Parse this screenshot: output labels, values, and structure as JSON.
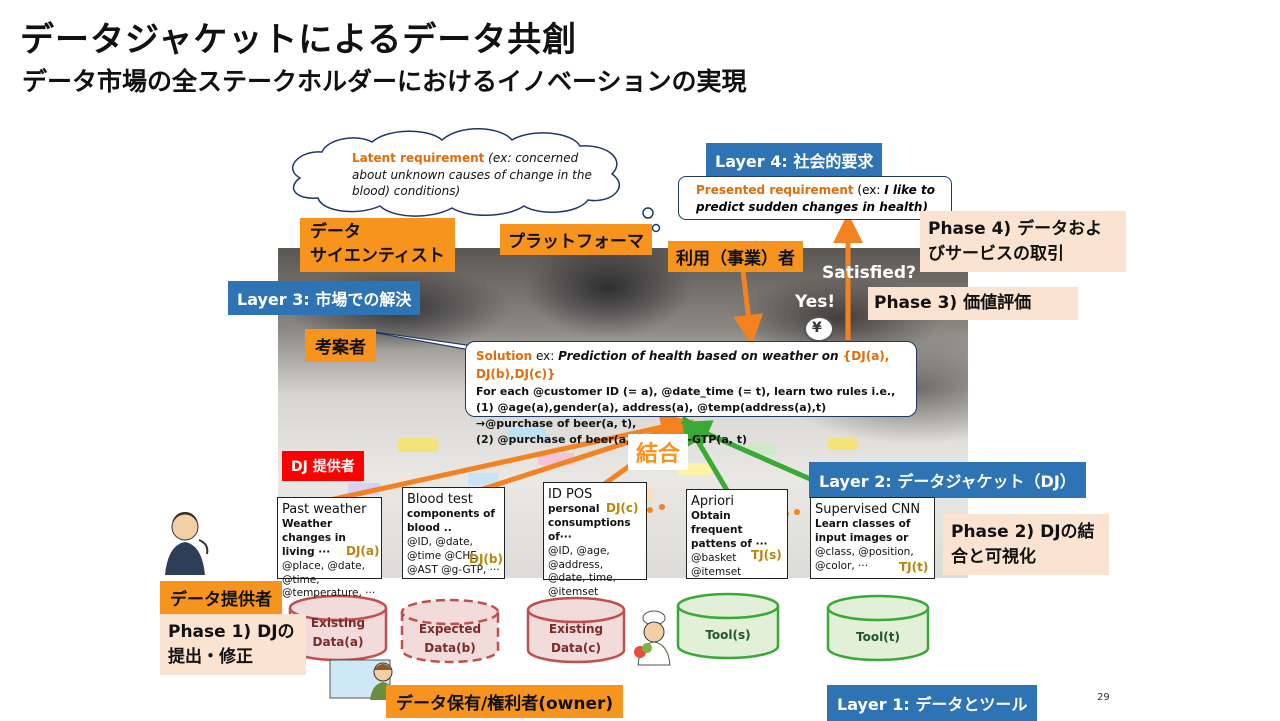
{
  "title": "データジャケットによるデータ共創",
  "subtitle": "データ市場の全ステークホルダーにおけるイノベーションの実現",
  "layers": {
    "layer4": "Layer 4: 社会的要求",
    "layer3": "Layer 3: 市場での解決",
    "layer2": "Layer 2: データジャケット（DJ）",
    "layer1": "Layer 1: データとツール"
  },
  "roles": {
    "data_scientist": "データ\nサイエンティスト",
    "platformer": "プラットフォーマ",
    "user": "利用（事業）者",
    "proposer": "考案者",
    "dj_provider": "DJ 提供者",
    "data_provider": "データ提供者",
    "owner": "データ保有/権利者(owner)"
  },
  "phases": {
    "phase4": "Phase 4) データおよびサービスの取引",
    "phase3": "Phase 3) 価値評価",
    "phase2": "Phase 2) DJの結合と可視化",
    "phase1": "Phase 1) DJの提出・修正"
  },
  "latent": {
    "head": "Latent requirement",
    "body": " (ex: concerned about unknown causes of change in the blood) conditions)"
  },
  "presented": {
    "head": "Presented requirement",
    "prefix": " (ex: ",
    "body": "I like to predict sudden changes in health)"
  },
  "satisfied": "Satisfied?",
  "yes": "Yes!",
  "yen": "¥",
  "combine": "結合",
  "solution": {
    "head": "Solution",
    "ex": " ex: ",
    "line1": "Prediction of health based on weather on",
    "refs": " {DJ(a), DJ(b),DJ(c)}",
    "line2": "For each @customer ID (= a), @date_time (= t),  learn two rules i.e.,",
    "line3": "(1) @age(a),gender(a), address(a), @temp(address(a),t) →@purchase of beer(a, t),",
    "line4": "(2) @purchase of beer(a, t) →  δ@γ-GTP(a, t)"
  },
  "djs": [
    {
      "title": "Past weather",
      "desc": "Weather changes in living ···",
      "vars": "@place, @date, @time, @temperature, ···",
      "tag": "DJ(a)"
    },
    {
      "title": "Blood test",
      "desc": "components of blood ..",
      "vars": "@ID, @date, @time @CHE @AST @g-GTP, ···",
      "tag": "DJ(b)"
    },
    {
      "title": "ID POS",
      "desc": "personal consumptions of···",
      "vars": "@ID, @age, @address, @date, time, @itemset",
      "tag": "DJ(c)"
    },
    {
      "title": "Apriori",
      "desc": "Obtain frequent pattens of ···",
      "vars": "@basket @itemset",
      "tag": "TJ(s)"
    },
    {
      "title": "Supervised CNN",
      "desc": "Learn classes of input images or",
      "vars": "@class, @position, @color, ···",
      "tag": "TJ(t)"
    }
  ],
  "cylinders": [
    {
      "line1": "Existing",
      "line2": "Data(a)"
    },
    {
      "line1": "Expected",
      "line2": "Data(b)"
    },
    {
      "line1": "Existing",
      "line2": "Data(c)"
    },
    {
      "line1": "",
      "line2": "Tool(s)"
    },
    {
      "line1": "",
      "line2": "Tool(t)"
    }
  ],
  "page_number": "29",
  "colors": {
    "orange": "#f7941d",
    "blue": "#2e74b5",
    "peach": "#fbe3d1",
    "red": "#ff0000",
    "cyl_red": "#f2dcdb",
    "cyl_green": "#e2efd9",
    "arrow_orange": "#f58220",
    "arrow_green": "#3aa935"
  }
}
